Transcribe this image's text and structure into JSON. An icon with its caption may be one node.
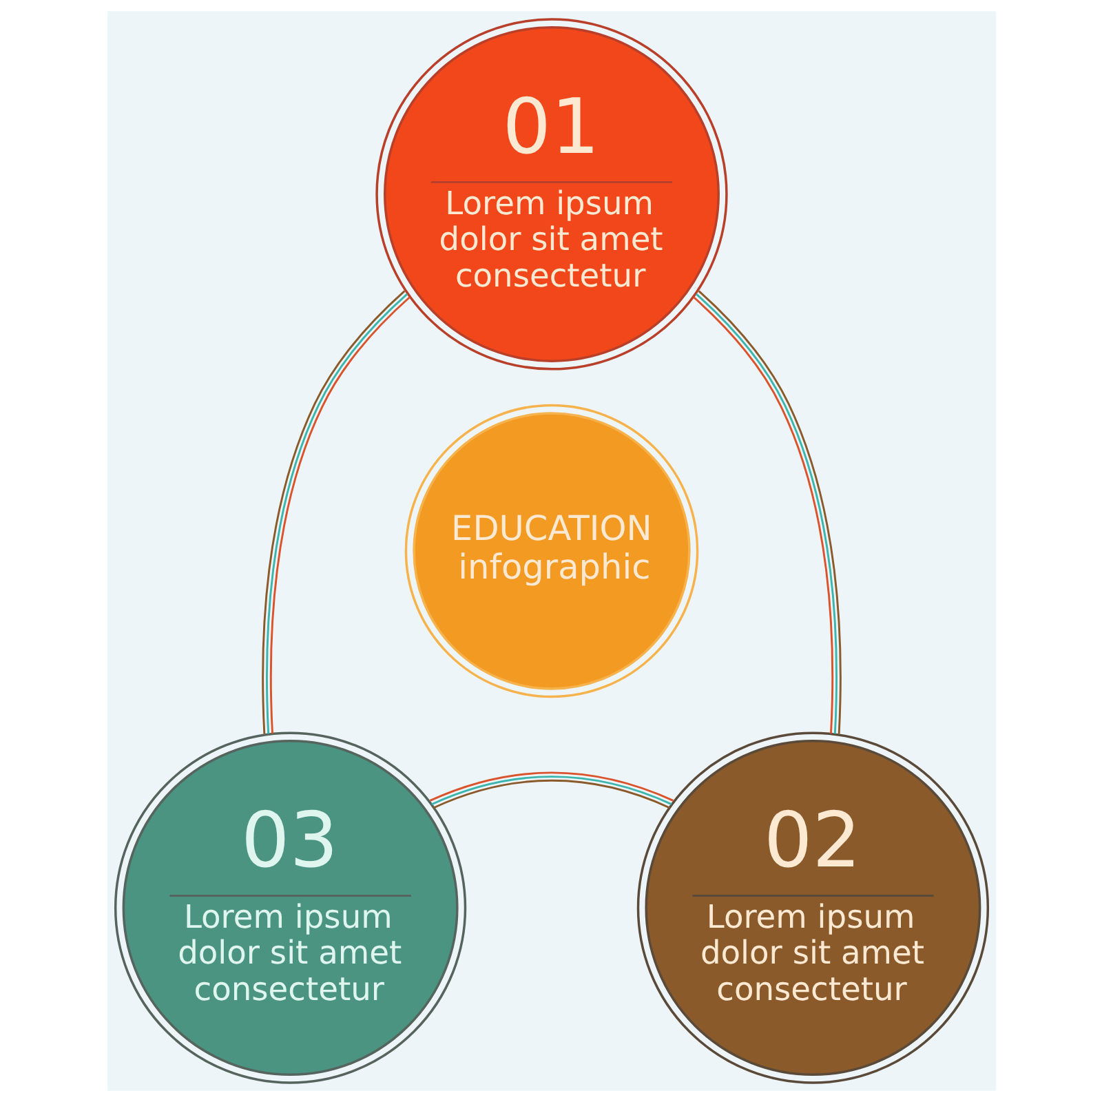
{
  "diagram": {
    "nodes": [
      {
        "text": [
          "01",
          "Lorem ipsum dolor sit amet consectetur"
        ]
      },
      {
        "text": [
          "EDUCATION infographic"
        ]
      },
      {
        "text": [
          "02",
          "Lorem ipsum dolor sit amet consectetur"
        ]
      },
      {
        "text": [
          "03",
          "Lorem ipsum dolor sit amet consectetur"
        ]
      }
    ],
    "edges": [
      {
        "from": 0,
        "to": 2,
        "arrow": "none"
      },
      {
        "from": 2,
        "to": 3,
        "arrow": "none"
      },
      {
        "from": 3,
        "to": 0,
        "arrow": "none"
      }
    ]
  }
}
